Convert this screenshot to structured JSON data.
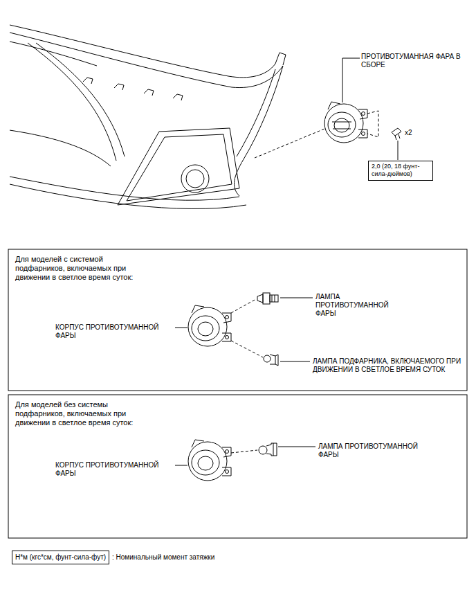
{
  "diagram": {
    "nodes": [
      {
        "text": [
          "2,0 (20, 18 фунт-сила-дюймов)"
        ]
      },
      {
        "text": [
          "Для моделей с системой подфарников, включаемых при движении в светлое время суток:"
        ]
      },
      {
        "text": [
          "Для моделей без системы подфарников, включаемых при движении в светлое время суток:"
        ]
      },
      {
        "text": [
          "Н*м (кгс*см, фунт-сила-фут)"
        ]
      }
    ],
    "labels": [
      "ПРОТИВОТУМАННАЯ ФАРА В СБОРЕ",
      "x2",
      "ЛАМПА ПРОТИВОТУМАННОЙ ФАРЫ",
      "КОРПУС ПРОТИВОТУМАННОЙ ФАРЫ",
      "ЛАМПА ПОДФАРНИКА, ВКЛЮЧАЕМОГО ПРИ ДВИЖЕНИИ В СВЕТЛОЕ ВРЕМЯ СУТОК",
      "КОРПУС ПРОТИВОТУМАННОЙ ФАРЫ",
      "ЛАМПА ПРОТИВОТУМАННОЙ ФАРЫ",
      ": Номинальный момент затяжки"
    ]
  }
}
